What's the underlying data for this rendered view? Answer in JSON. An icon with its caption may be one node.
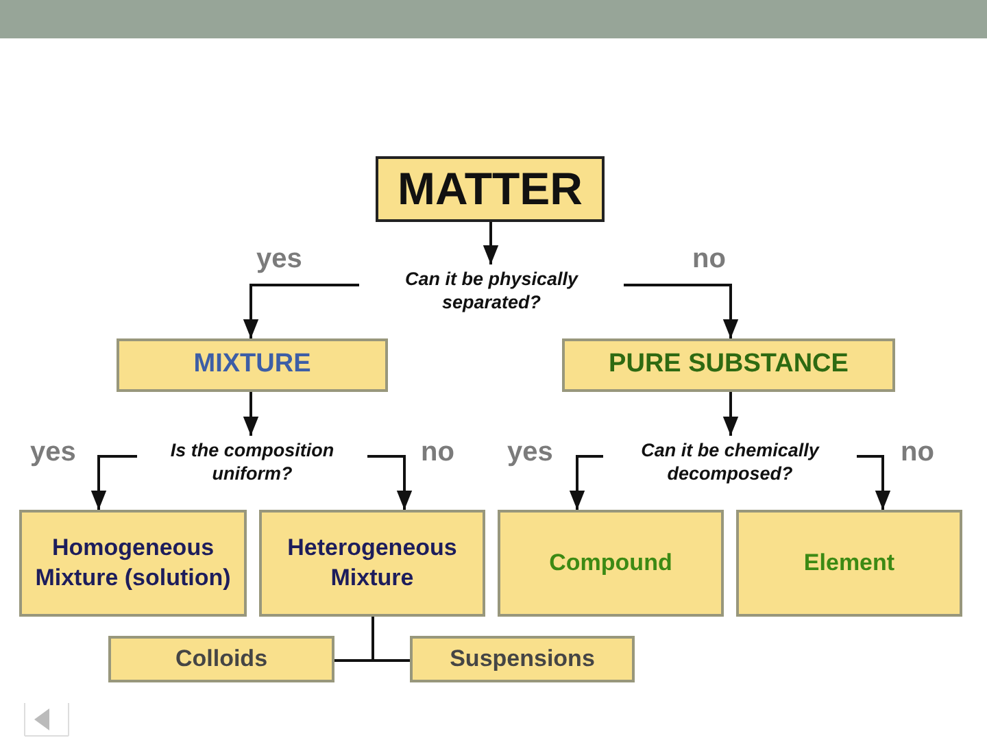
{
  "diagram": {
    "nodes": [
      {
        "text": [
          "MATTER"
        ]
      },
      {
        "text": [
          "Can it be physically separated?"
        ]
      },
      {
        "text": [
          "MIXTURE"
        ]
      },
      {
        "text": [
          "PURE SUBSTANCE"
        ]
      },
      {
        "text": [
          "Is the composition uniform?"
        ]
      },
      {
        "text": [
          "Can it be chemically decomposed?"
        ]
      },
      {
        "text": [
          "Homogeneous Mixture (solution)"
        ]
      },
      {
        "text": [
          "Heterogeneous Mixture"
        ]
      },
      {
        "text": [
          "Compound"
        ]
      },
      {
        "text": [
          "Element"
        ]
      },
      {
        "text": [
          "Colloids"
        ]
      },
      {
        "text": [
          "Suspensions"
        ]
      }
    ],
    "edges": [
      {
        "from": 0,
        "to": 1,
        "arrow": "to"
      },
      {
        "from": 1,
        "to": 2,
        "arrow": "to",
        "label": "yes"
      },
      {
        "from": 1,
        "to": 3,
        "arrow": "to",
        "label": "no"
      },
      {
        "from": 2,
        "to": 4,
        "arrow": "to"
      },
      {
        "from": 4,
        "to": 6,
        "arrow": "to",
        "label": "yes"
      },
      {
        "from": 4,
        "to": 7,
        "arrow": "to",
        "label": "no"
      },
      {
        "from": 3,
        "to": 5,
        "arrow": "to"
      },
      {
        "from": 5,
        "to": 8,
        "arrow": "to",
        "label": "yes"
      },
      {
        "from": 5,
        "to": 9,
        "arrow": "to",
        "label": "no"
      },
      {
        "from": 7,
        "to": 10,
        "arrow": "none"
      },
      {
        "from": 7,
        "to": 11,
        "arrow": "none"
      }
    ]
  }
}
